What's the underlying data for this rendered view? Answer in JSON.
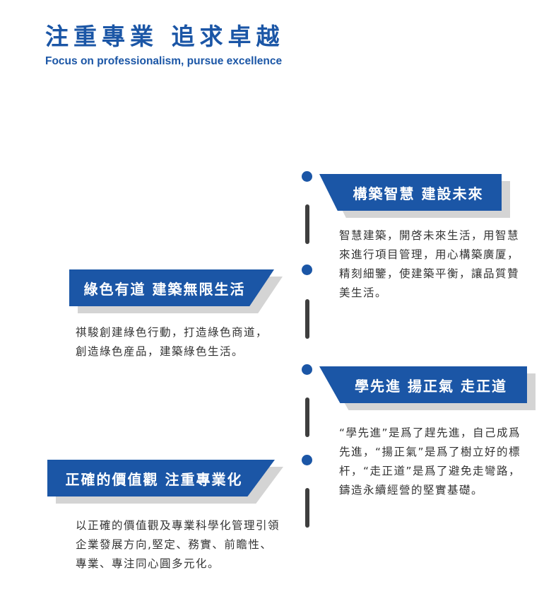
{
  "header": {
    "title": "注重專業 追求卓越",
    "subtitle": "Focus on professionalism, pursue excellence"
  },
  "sections": [
    {
      "title": "構築智慧 建設未來",
      "text": "智慧建築，開啓未來生活，用智慧來進行項目管理，用心構築廣厦，精刻細鑒，使建築平衡，讓品質贊美生活。"
    },
    {
      "title": "綠色有道 建築無限生活",
      "text": "祺駿創建綠色行動，打造綠色商道，創造綠色産品，建築綠色生活。"
    },
    {
      "title": "學先進 揚正氣 走正道",
      "text": "“學先進”是爲了趕先進，自己成爲先進，“揚正氣”是爲了樹立好的標杆，“走正道”是爲了避免走彎路，鑄造永續經營的堅實基礎。"
    },
    {
      "title": "正確的價值觀 注重專業化",
      "text": "以正確的價值觀及專業科學化管理引領企業發展方向,堅定、務實、前瞻性、專業、專注同心圓多元化。"
    }
  ],
  "colors": {
    "brand_blue": "#1b56a6",
    "timeline_bar": "#3e3e3e",
    "ribbon_shadow": "#d4d4d4",
    "body_text": "#333333"
  }
}
